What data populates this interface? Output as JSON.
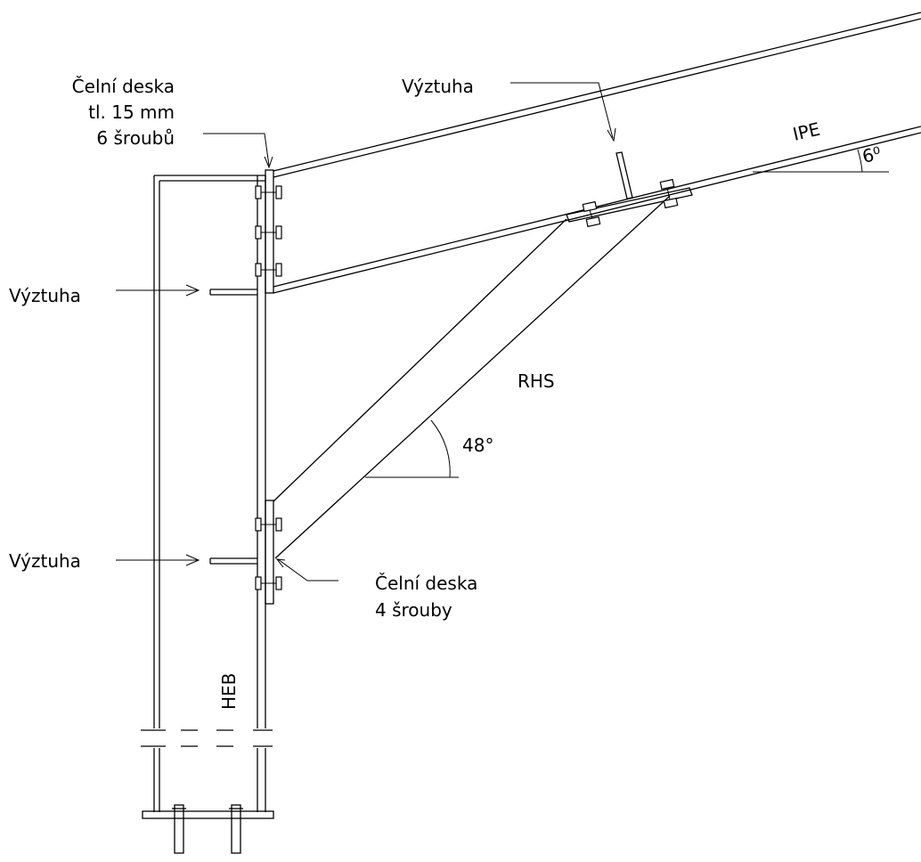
{
  "labels": {
    "end_plate_top_line1": "Čelní deska",
    "end_plate_top_line2": "tl. 15 mm",
    "end_plate_top_line3": "6 šroubů",
    "stiffener_rafter": "Výztuha",
    "stiffener_upper": "Výztuha",
    "stiffener_lower": "Výztuha",
    "rafter_profile": "IPE",
    "rafter_angle": "6⁰",
    "brace_profile": "RHS",
    "brace_angle": "48°",
    "end_plate_bottom_line1": "Čelní deska",
    "end_plate_bottom_line2": "4 šrouby",
    "column_profile": "HEB"
  }
}
